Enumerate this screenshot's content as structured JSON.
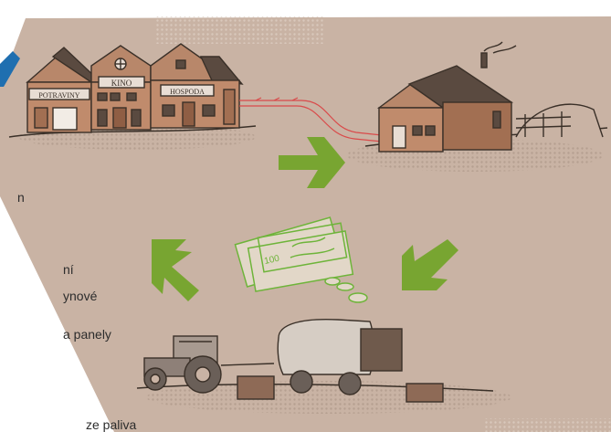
{
  "illustration": {
    "signs": {
      "shop": "POTRAVINY",
      "cinema": "KINO",
      "pub": "HOSPODA",
      "banknote": "100"
    },
    "colors": {
      "panel": "#c9b3a4",
      "arrow": "#78a531",
      "money": "#6eb43a",
      "pipe": "#d94a4a",
      "ink": "#3a3028",
      "blue_tab": "#1f6fb0"
    }
  },
  "side_text": {
    "line1": "n",
    "line2": "ní",
    "line3": "ynové",
    "line4": "a panely",
    "line5": "ze paliva"
  }
}
